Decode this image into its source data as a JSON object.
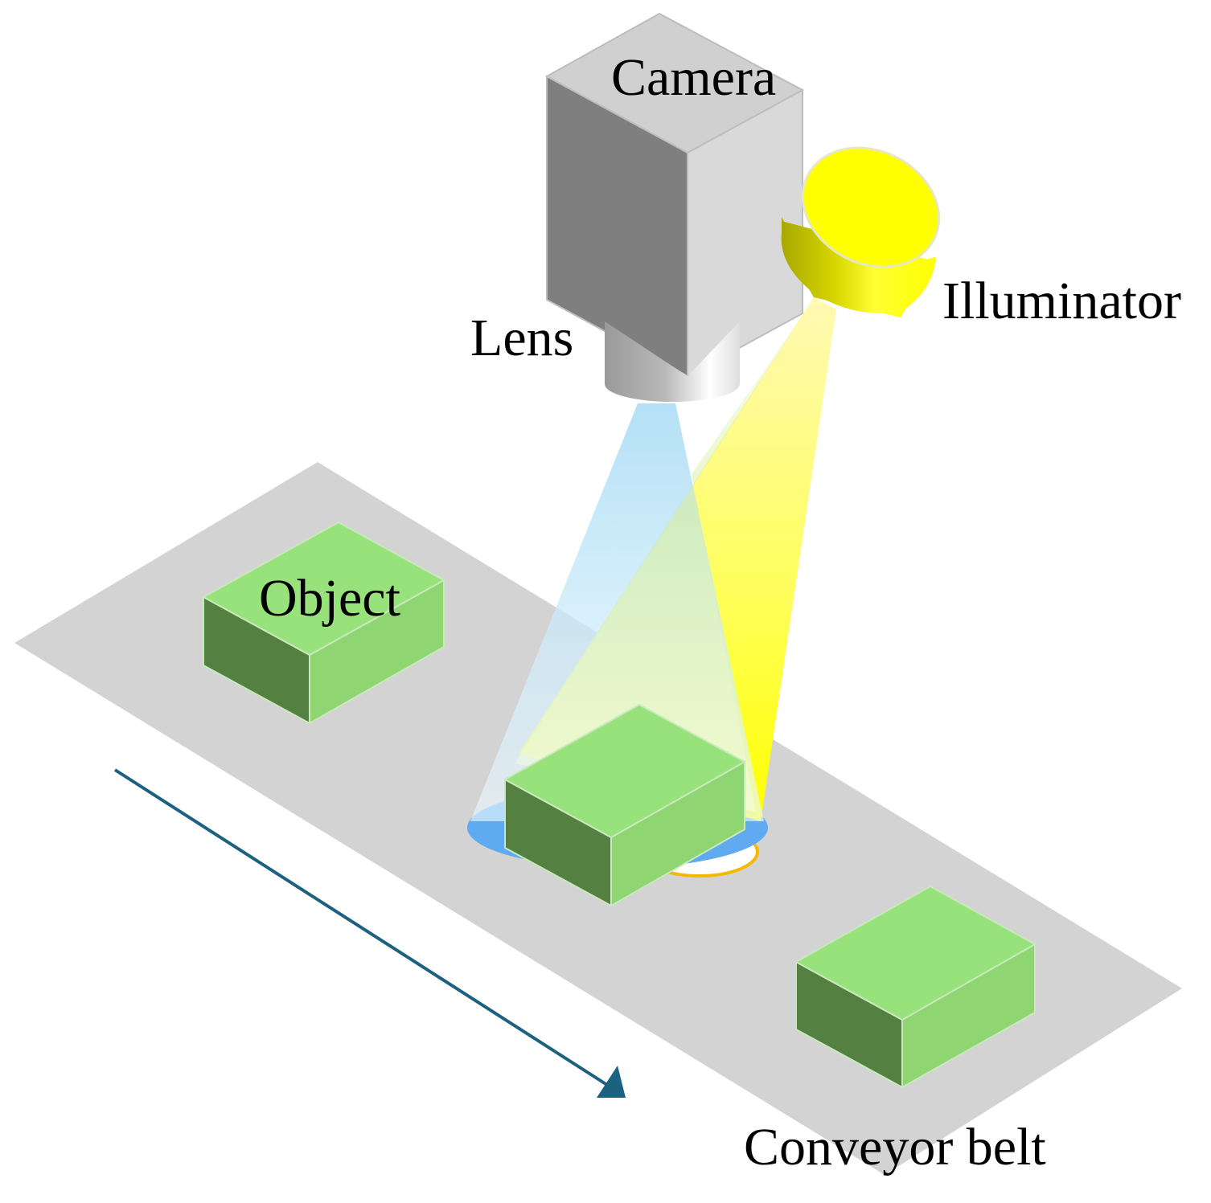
{
  "labels": {
    "camera": "Camera",
    "illuminator": "Illuminator",
    "lens": "Lens",
    "object": "Object",
    "conveyor_belt": "Conveyor belt"
  },
  "colors": {
    "belt": "#d3d3d3",
    "camera_front": "#7f7f7f",
    "camera_side": "#d9d9d9",
    "lens": "#b8b8b8",
    "illuminator": "#ffff00",
    "object_top": "#97e27a",
    "object_front": "#548042",
    "object_side": "#8fd672",
    "camera_beam": "#bfe6f8",
    "light_spot": "#5faaf0",
    "arrow": "#1c617f"
  }
}
